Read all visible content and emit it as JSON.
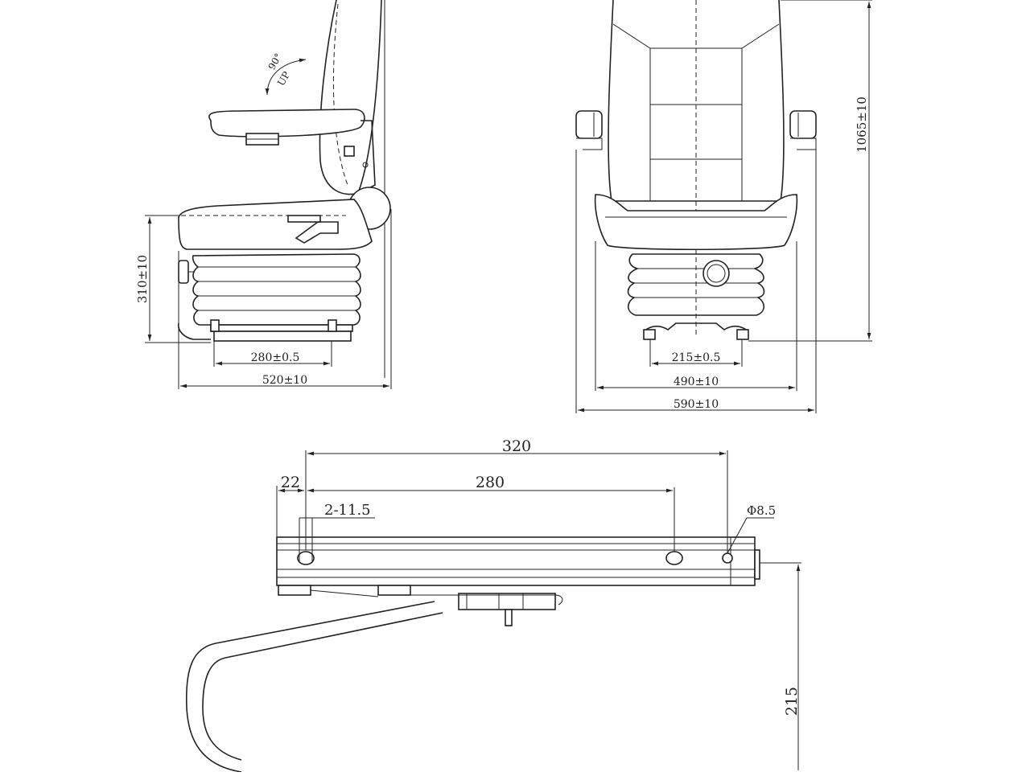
{
  "side_view": {
    "tilt_angle": "90°",
    "tilt_direction": "UP",
    "height_dim": "310±10",
    "rail_dim": "280±0.5",
    "depth_dim": "520±10"
  },
  "front_view": {
    "total_height_dim": "1065±10",
    "mount_dim": "215±0.5",
    "seat_width_dim": "490±10",
    "overall_width_dim": "590±10"
  },
  "slider_detail": {
    "overall_length": "320",
    "hole_spacing": "280",
    "edge_offset": "22",
    "slot_spec": "2-11.5",
    "hole_diameter": "Φ8.5",
    "handle_height": "215"
  }
}
